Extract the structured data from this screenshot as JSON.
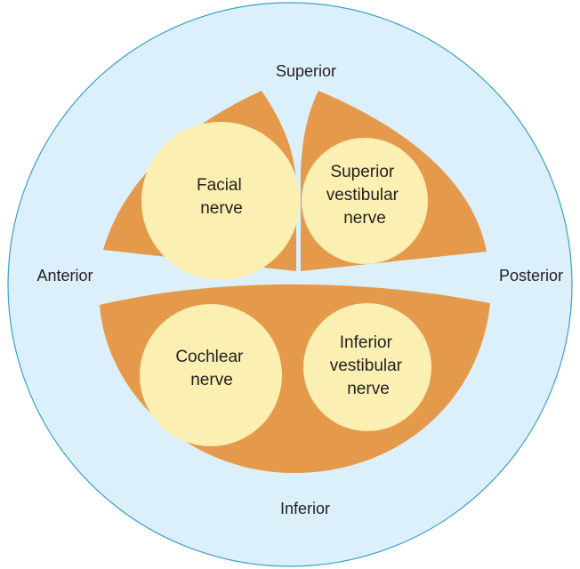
{
  "colors": {
    "canal_fill": "#dcf0fb",
    "canal_stroke": "#3a9fcd",
    "sheath_fill": "#e59a4b",
    "nerve_fill": "#fbf0b1",
    "text": "#231f20"
  },
  "directions": {
    "superior": "Superior",
    "inferior": "Inferior",
    "anterior": "Anterior",
    "posterior": "Posterior"
  },
  "nerves": {
    "facial": [
      "Facial",
      "nerve"
    ],
    "superior_vestibular": [
      "Superior",
      "vestibular",
      "nerve"
    ],
    "cochlear": [
      "Cochlear",
      "nerve"
    ],
    "inferior_vestibular": [
      "Inferior",
      "vestibular",
      "nerve"
    ]
  }
}
